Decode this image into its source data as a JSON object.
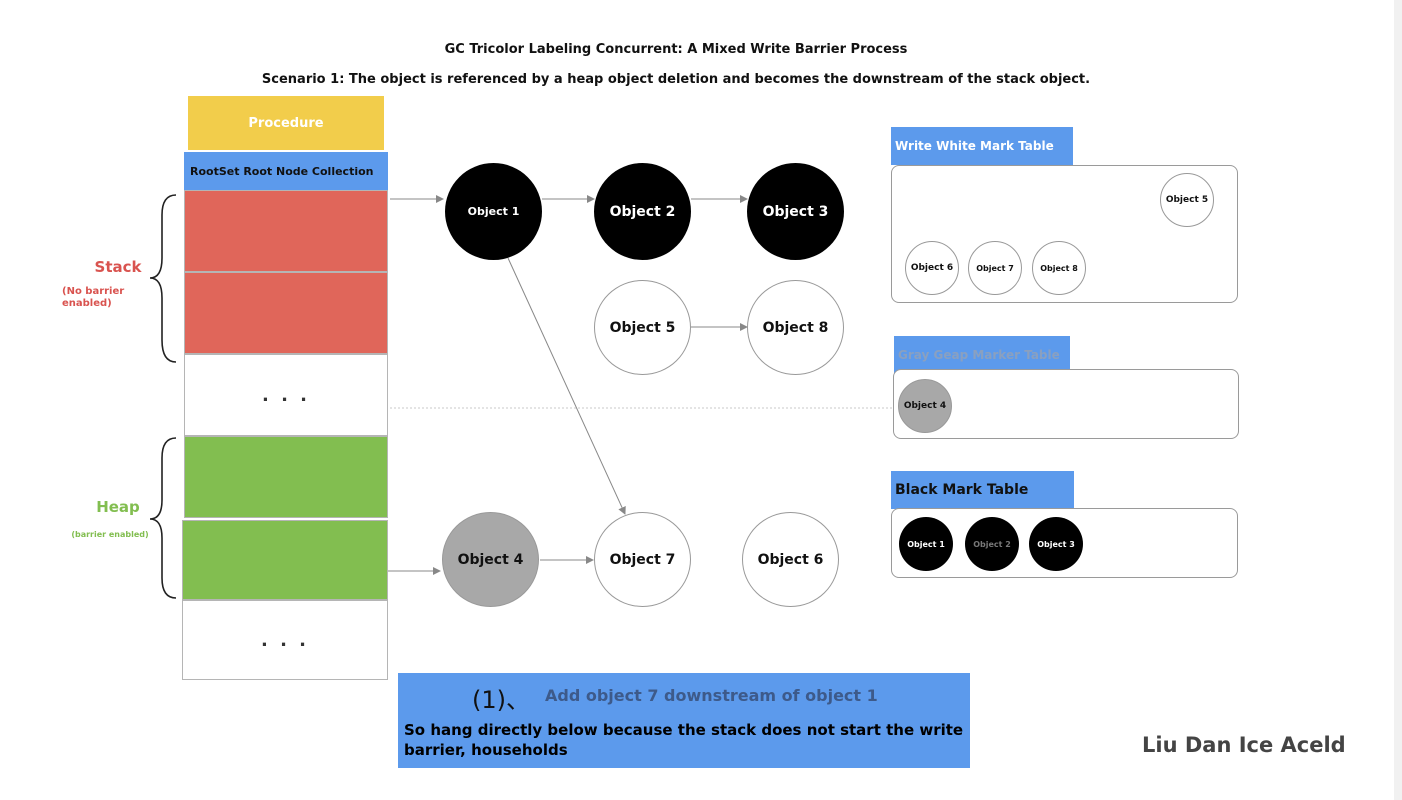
{
  "header": {
    "title": "GC Tricolor Labeling Concurrent: A Mixed Write Barrier Process",
    "subtitle": "Scenario 1: The object is referenced by a heap object deletion and becomes the downstream of the stack object."
  },
  "memory": {
    "procedure_label": "Procedure",
    "rootset_label": "RootSet Root Node Collection",
    "stack_label": "Stack",
    "stack_note": "(No barrier enabled)",
    "heap_label": "Heap",
    "heap_note": "(barrier enabled)",
    "ellipsis": ". . ."
  },
  "objects": {
    "obj1": "Object 1",
    "obj2": "Object 2",
    "obj3": "Object 3",
    "obj4": "Object 4",
    "obj5": "Object 5",
    "obj6": "Object 6",
    "obj7": "Object 7",
    "obj8": "Object 8"
  },
  "tables": {
    "white": {
      "title": "Write White Mark Table",
      "items": [
        "Object 5",
        "Object 6",
        "Object 7",
        "Object 8"
      ]
    },
    "gray": {
      "title": "Gray Geap Marker Table",
      "items": [
        "Object 4"
      ]
    },
    "black": {
      "title": "Black Mark Table",
      "items": [
        "Object 1",
        "Object 2",
        "Object 3"
      ]
    }
  },
  "step": {
    "number": "(1)、",
    "heading": "Add object 7 downstream of object 1",
    "body": "So hang directly below because the stack does not start the write barrier, households"
  },
  "author": "Liu Dan Ice Aceld",
  "colors": {
    "procedure": "#f2cd4b",
    "accent_blue": "#5c9aec",
    "stack_red": "#e0665a",
    "heap_green": "#82be50",
    "gray_node": "#a8a8a8",
    "black_node": "#000000"
  }
}
